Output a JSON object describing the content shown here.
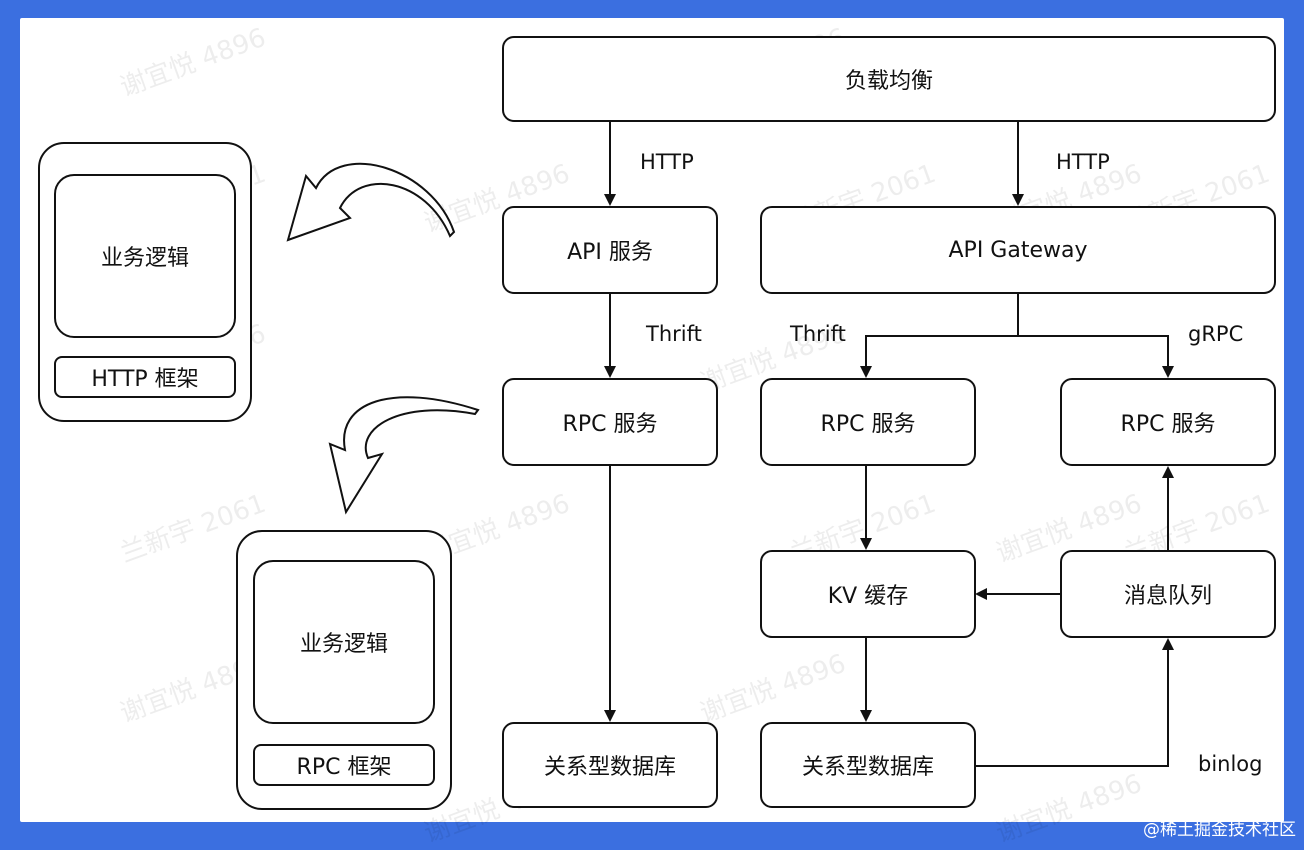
{
  "nodes": {
    "lb": "负载均衡",
    "api_service": "API 服务",
    "api_gateway": "API Gateway",
    "rpc_left": "RPC 服务",
    "rpc_mid": "RPC 服务",
    "rpc_right": "RPC 服务",
    "kv_cache": "KV 缓存",
    "mq": "消息队列",
    "db_left": "关系型数据库",
    "db_right": "关系型数据库"
  },
  "edge_labels": {
    "http_left": "HTTP",
    "http_right": "HTTP",
    "thrift_left": "Thrift",
    "thrift_right": "Thrift",
    "grpc": "gRPC",
    "binlog": "binlog"
  },
  "panels": {
    "http_stack": {
      "logic": "业务逻辑",
      "framework": "HTTP 框架"
    },
    "rpc_stack": {
      "logic": "业务逻辑",
      "framework": "RPC 框架"
    }
  },
  "watermarks": [
    "谢宜悦 4896",
    "兰新宇 2061"
  ],
  "footer": "@稀土掘金技术社区",
  "colors": {
    "frame": "#3b6fe0",
    "stroke": "#111111",
    "background": "#ffffff"
  }
}
